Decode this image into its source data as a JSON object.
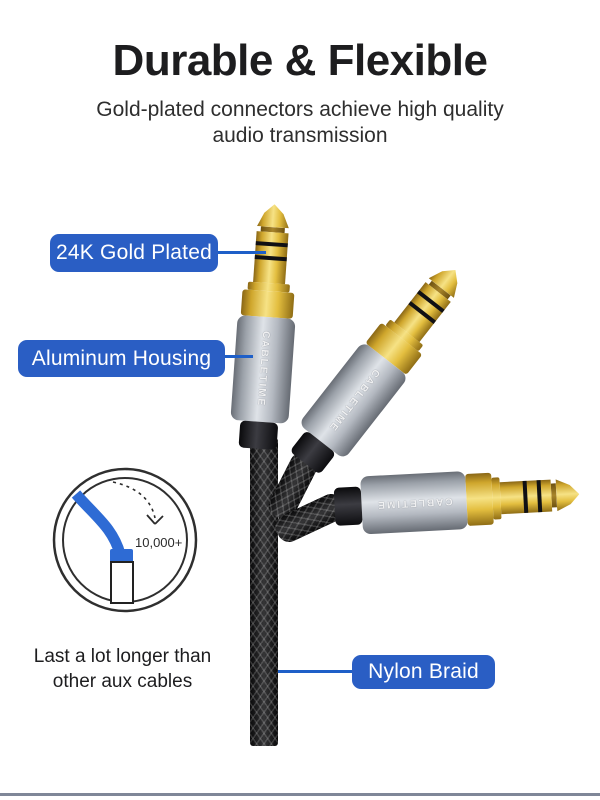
{
  "header": {
    "title": "Durable & Flexible",
    "subtitle_line1": "Gold-plated connectors achieve high quality",
    "subtitle_line2": "audio transmission"
  },
  "callouts": {
    "gold_plated": "24K Gold Plated",
    "aluminum_housing": "Aluminum Housing",
    "nylon_braid": "Nylon Braid"
  },
  "durability": {
    "bend_count": "10,000+",
    "caption_line1": "Last a lot longer than",
    "caption_line2": "other aux cables"
  },
  "product": {
    "brand": "CABLETIME"
  },
  "colors": {
    "accent_blue": "#2A5EC4",
    "callout_line_blue": "#1E5FC8",
    "icon_blue": "#2E6BD4",
    "gold": "#E3BE3F",
    "housing_gray": "#AEB3BB",
    "cable_black": "#141416",
    "footer_line_gray": "#7F8798",
    "title_text": "#1D1D1F"
  }
}
